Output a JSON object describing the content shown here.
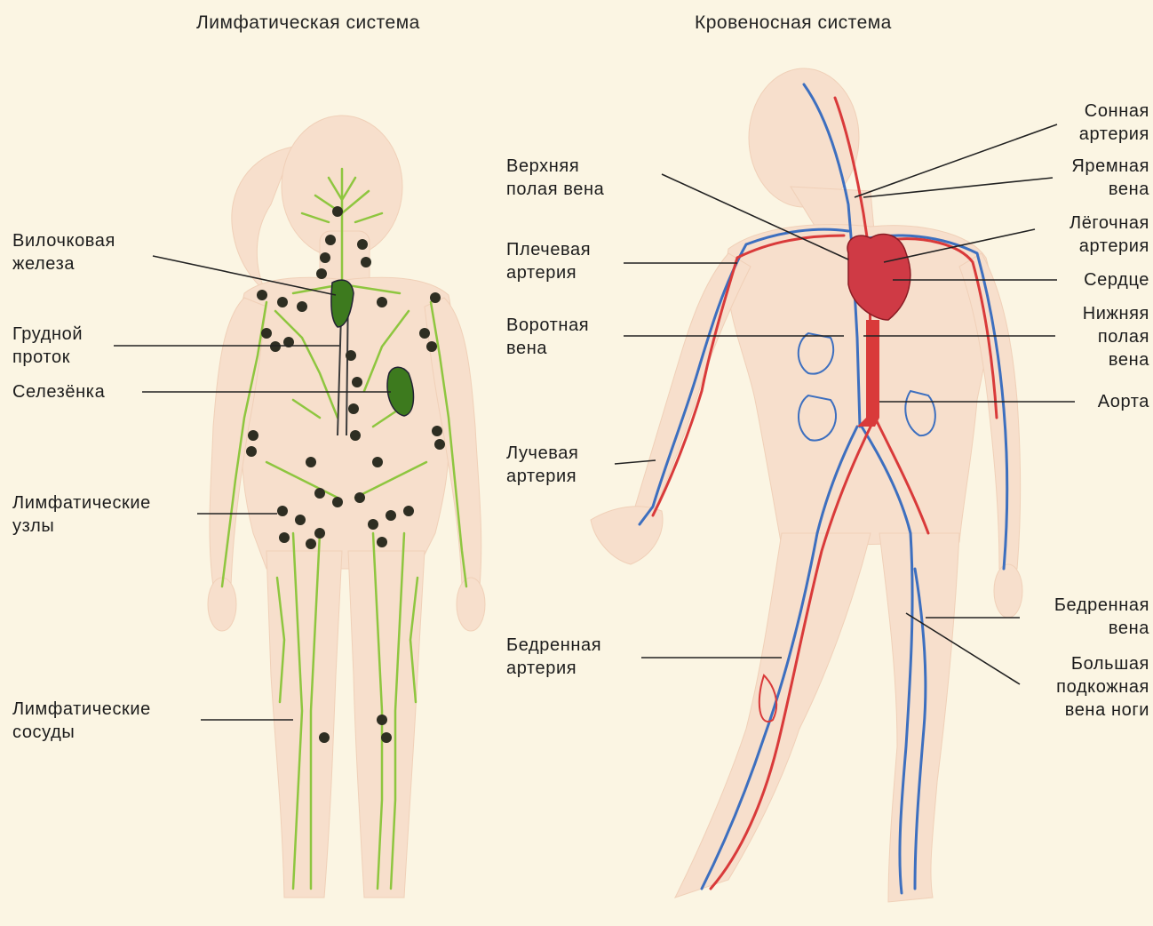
{
  "titles": {
    "left": "Лимфатическая система",
    "right": "Кровеносная система"
  },
  "colors": {
    "background": "#fbf5e3",
    "skin": "#f7dfcc",
    "lymph_vessel": "#8ec63f",
    "lymph_node": "#2e2e22",
    "lymph_organ": "#3d7a1e",
    "artery": "#d93a3a",
    "vein": "#3d6fbf",
    "heart": "#cf3a45"
  },
  "left_labels": {
    "thymus": [
      "Вилочковая",
      "железа"
    ],
    "thoracic_duct": [
      "Грудной",
      "проток"
    ],
    "spleen": [
      "Селезёнка"
    ],
    "lymph_nodes": [
      "Лимфатические",
      "узлы"
    ],
    "lymph_vessels": [
      "Лимфатические",
      "сосуды"
    ]
  },
  "right_labels_left_side": {
    "superior_vena_cava": [
      "Верхняя",
      "полая вена"
    ],
    "brachial_artery": [
      "Плечевая",
      "артерия"
    ],
    "portal_vein": [
      "Воротная",
      "вена"
    ],
    "radial_artery": [
      "Лучевая",
      "артерия"
    ],
    "femoral_artery": [
      "Бедренная",
      "артерия"
    ]
  },
  "right_labels_right_side": {
    "carotid_artery": [
      "Сонная",
      "артерия"
    ],
    "jugular_vein": [
      "Яремная",
      "вена"
    ],
    "pulmonary_artery": [
      "Лёгочная",
      "артерия"
    ],
    "heart": [
      "Сердце"
    ],
    "inferior_vena_cava": [
      "Нижняя",
      "полая",
      "вена"
    ],
    "aorta": [
      "Аорта"
    ],
    "femoral_vein": [
      "Бедренная",
      "вена"
    ],
    "great_saphenous_vein": [
      "Большая",
      "подкожная",
      "вена ноги"
    ]
  }
}
